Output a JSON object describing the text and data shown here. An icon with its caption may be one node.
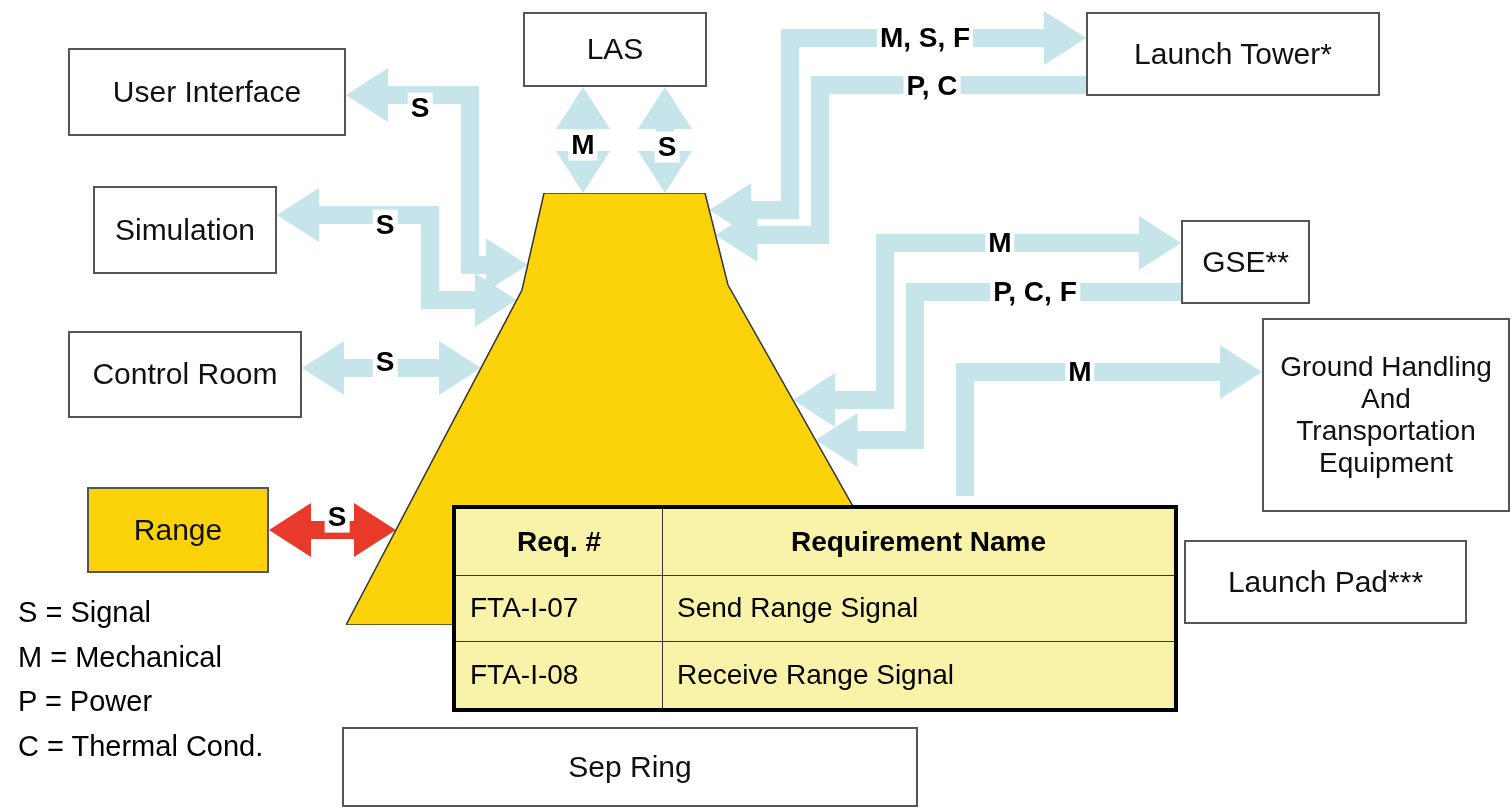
{
  "diagram": {
    "nodes": [
      {
        "text": [
          "User Interface"
        ]
      },
      {
        "text": [
          "Simulation"
        ]
      },
      {
        "text": [
          "Control Room"
        ]
      },
      {
        "text": [
          "Range"
        ]
      },
      {
        "text": [
          "LAS"
        ]
      },
      {
        "text": [
          "Launch Tower*"
        ]
      },
      {
        "text": [
          "GSE**"
        ]
      },
      {
        "text": [
          "Ground Handling And Transportation Equipment"
        ]
      },
      {
        "text": [
          "Launch Pad***"
        ]
      },
      {
        "text": [
          "Sep Ring"
        ]
      },
      {
        "text": [],
        "shape": "trapezoid"
      }
    ],
    "edges": [
      {
        "from": 10,
        "to": 0,
        "arrow": "both",
        "label": "S"
      },
      {
        "from": 10,
        "to": 1,
        "arrow": "both",
        "label": "S"
      },
      {
        "from": 10,
        "to": 2,
        "arrow": "both",
        "label": "S"
      },
      {
        "from": 10,
        "to": 3,
        "arrow": "both",
        "label": "S",
        "color": "#e8392b"
      },
      {
        "from": 10,
        "to": 4,
        "arrow": "both",
        "label": "M"
      },
      {
        "from": 10,
        "to": 4,
        "arrow": "both",
        "label": "S"
      },
      {
        "from": 10,
        "to": 5,
        "arrow": "both",
        "label": "M, S, F"
      },
      {
        "from": 5,
        "to": 10,
        "arrow": "to",
        "label": "P, C"
      },
      {
        "from": 10,
        "to": 6,
        "arrow": "both",
        "label": "M"
      },
      {
        "from": 6,
        "to": 10,
        "arrow": "to",
        "label": "P, C, F"
      },
      {
        "from": null,
        "to": 7,
        "arrow": "to",
        "label": "M"
      }
    ],
    "labels": [
      "Req. #",
      "Requirement Name",
      "FTA-I-07",
      "Send Range Signal",
      "FTA-I-08",
      "Receive Range Signal",
      "S = Signal",
      "M = Mechanical",
      "P = Power",
      "C = Thermal Cond."
    ]
  }
}
